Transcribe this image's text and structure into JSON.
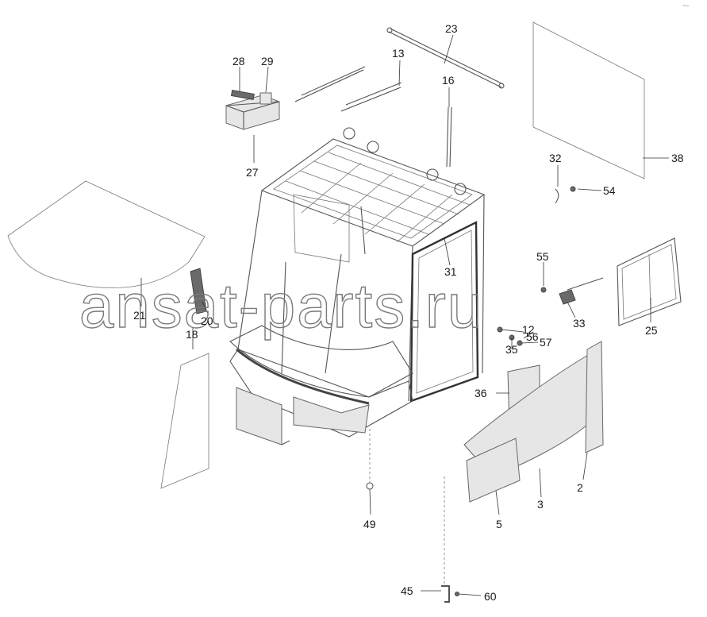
{
  "watermark": "ansat-parts.ru",
  "corner_mark": "~-",
  "callouts": [
    {
      "id": "c2",
      "text": "2"
    },
    {
      "id": "c3",
      "text": "3"
    },
    {
      "id": "c5",
      "text": "5"
    },
    {
      "id": "c12",
      "text": "12"
    },
    {
      "id": "c13",
      "text": "13"
    },
    {
      "id": "c16",
      "text": "16"
    },
    {
      "id": "c18",
      "text": "18"
    },
    {
      "id": "c20",
      "text": "20"
    },
    {
      "id": "c21",
      "text": "21"
    },
    {
      "id": "c23",
      "text": "23"
    },
    {
      "id": "c25",
      "text": "25"
    },
    {
      "id": "c27",
      "text": "27"
    },
    {
      "id": "c28",
      "text": "28"
    },
    {
      "id": "c29",
      "text": "29"
    },
    {
      "id": "c31",
      "text": "31"
    },
    {
      "id": "c32",
      "text": "32"
    },
    {
      "id": "c33",
      "text": "33"
    },
    {
      "id": "c35",
      "text": "35"
    },
    {
      "id": "c36",
      "text": "36"
    },
    {
      "id": "c38",
      "text": "38"
    },
    {
      "id": "c45",
      "text": "45"
    },
    {
      "id": "c49",
      "text": "49"
    },
    {
      "id": "c54",
      "text": "54"
    },
    {
      "id": "c55",
      "text": "55"
    },
    {
      "id": "c56",
      "text": "56"
    },
    {
      "id": "c57",
      "text": "57"
    },
    {
      "id": "c60",
      "text": "60"
    }
  ]
}
